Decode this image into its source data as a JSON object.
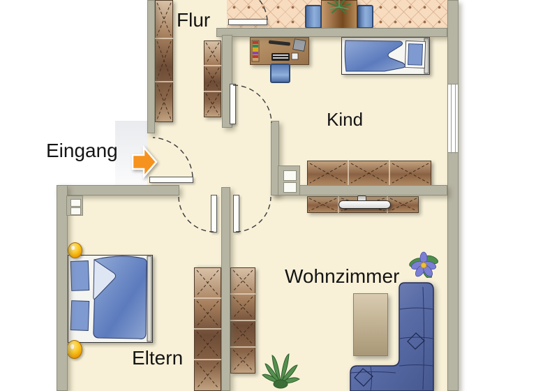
{
  "plan": {
    "type": "apartment-floor-plan",
    "language": "de"
  },
  "rooms": {
    "flur": {
      "label": "Flur"
    },
    "eingang": {
      "label": "Eingang"
    },
    "kind": {
      "label": "Kind"
    },
    "wohnzimmer": {
      "label": "Wohnzimmer"
    },
    "eltern": {
      "label": "Eltern"
    }
  },
  "icons": {
    "entrance_arrow": "arrow-right"
  },
  "colors": {
    "wall": "#b6b4a3",
    "floor": "#f8f1d8",
    "kitchen_tile": "#f7dcc0",
    "accent_orange": "#f6921e",
    "sofa_blue": "#5f71a8",
    "bed_blue": "#7e9ad0",
    "wood_brown": "#8a6548",
    "stool_yellow": "#f7b500",
    "outside": "#ffffff"
  }
}
